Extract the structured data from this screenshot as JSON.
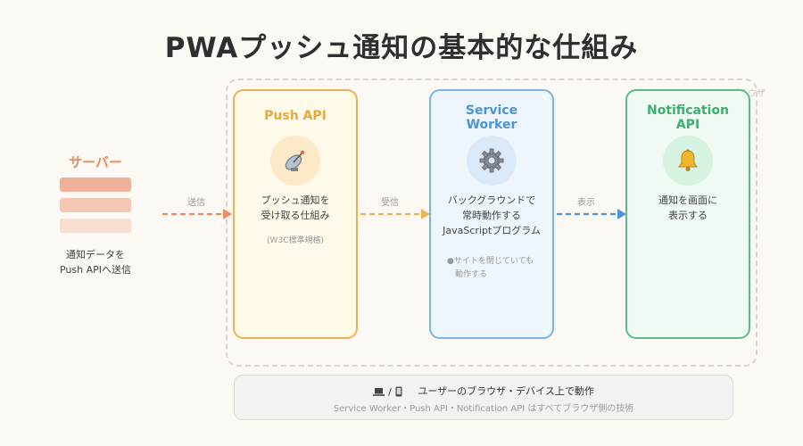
{
  "title": "PWAプッシュ通知の基本的な仕組み",
  "browser_label": "ブラウザ",
  "server": {
    "title": "サーバー",
    "desc_line1": "通知データを",
    "desc_line2": "Push APIへ送信"
  },
  "arrows": {
    "send": "送信",
    "receive": "受信",
    "display": "表示"
  },
  "push_api": {
    "title": "Push API",
    "icon": "satellite-dish-icon",
    "desc_line1": "プッシュ通知を",
    "desc_line2": "受け取る仕組み",
    "note": "(W3C標準規格)"
  },
  "service_worker": {
    "title_line1": "Service",
    "title_line2": "Worker",
    "icon": "gear-icon",
    "desc_line1": "バックグラウンドで",
    "desc_line2": "常時動作する",
    "desc_line3": "JavaScriptプログラム",
    "note_line1": "●サイトを閉じていても",
    "note_line2": "動作する"
  },
  "notification_api": {
    "title_line1": "Notification",
    "title_line2": "API",
    "icon": "bell-icon",
    "desc_line1": "通知を画面に",
    "desc_line2": "表示する"
  },
  "footer": {
    "separator": "/",
    "line1": "ユーザーのブラウザ・デバイス上で動作",
    "line2": "Service Worker・Push API・Notification API はすべてブラウザ側の技術"
  },
  "colors": {
    "server": "#ee8a5b",
    "push_api": "#e8a83a",
    "service_worker": "#4c94d6",
    "notification_api": "#3fae71"
  }
}
